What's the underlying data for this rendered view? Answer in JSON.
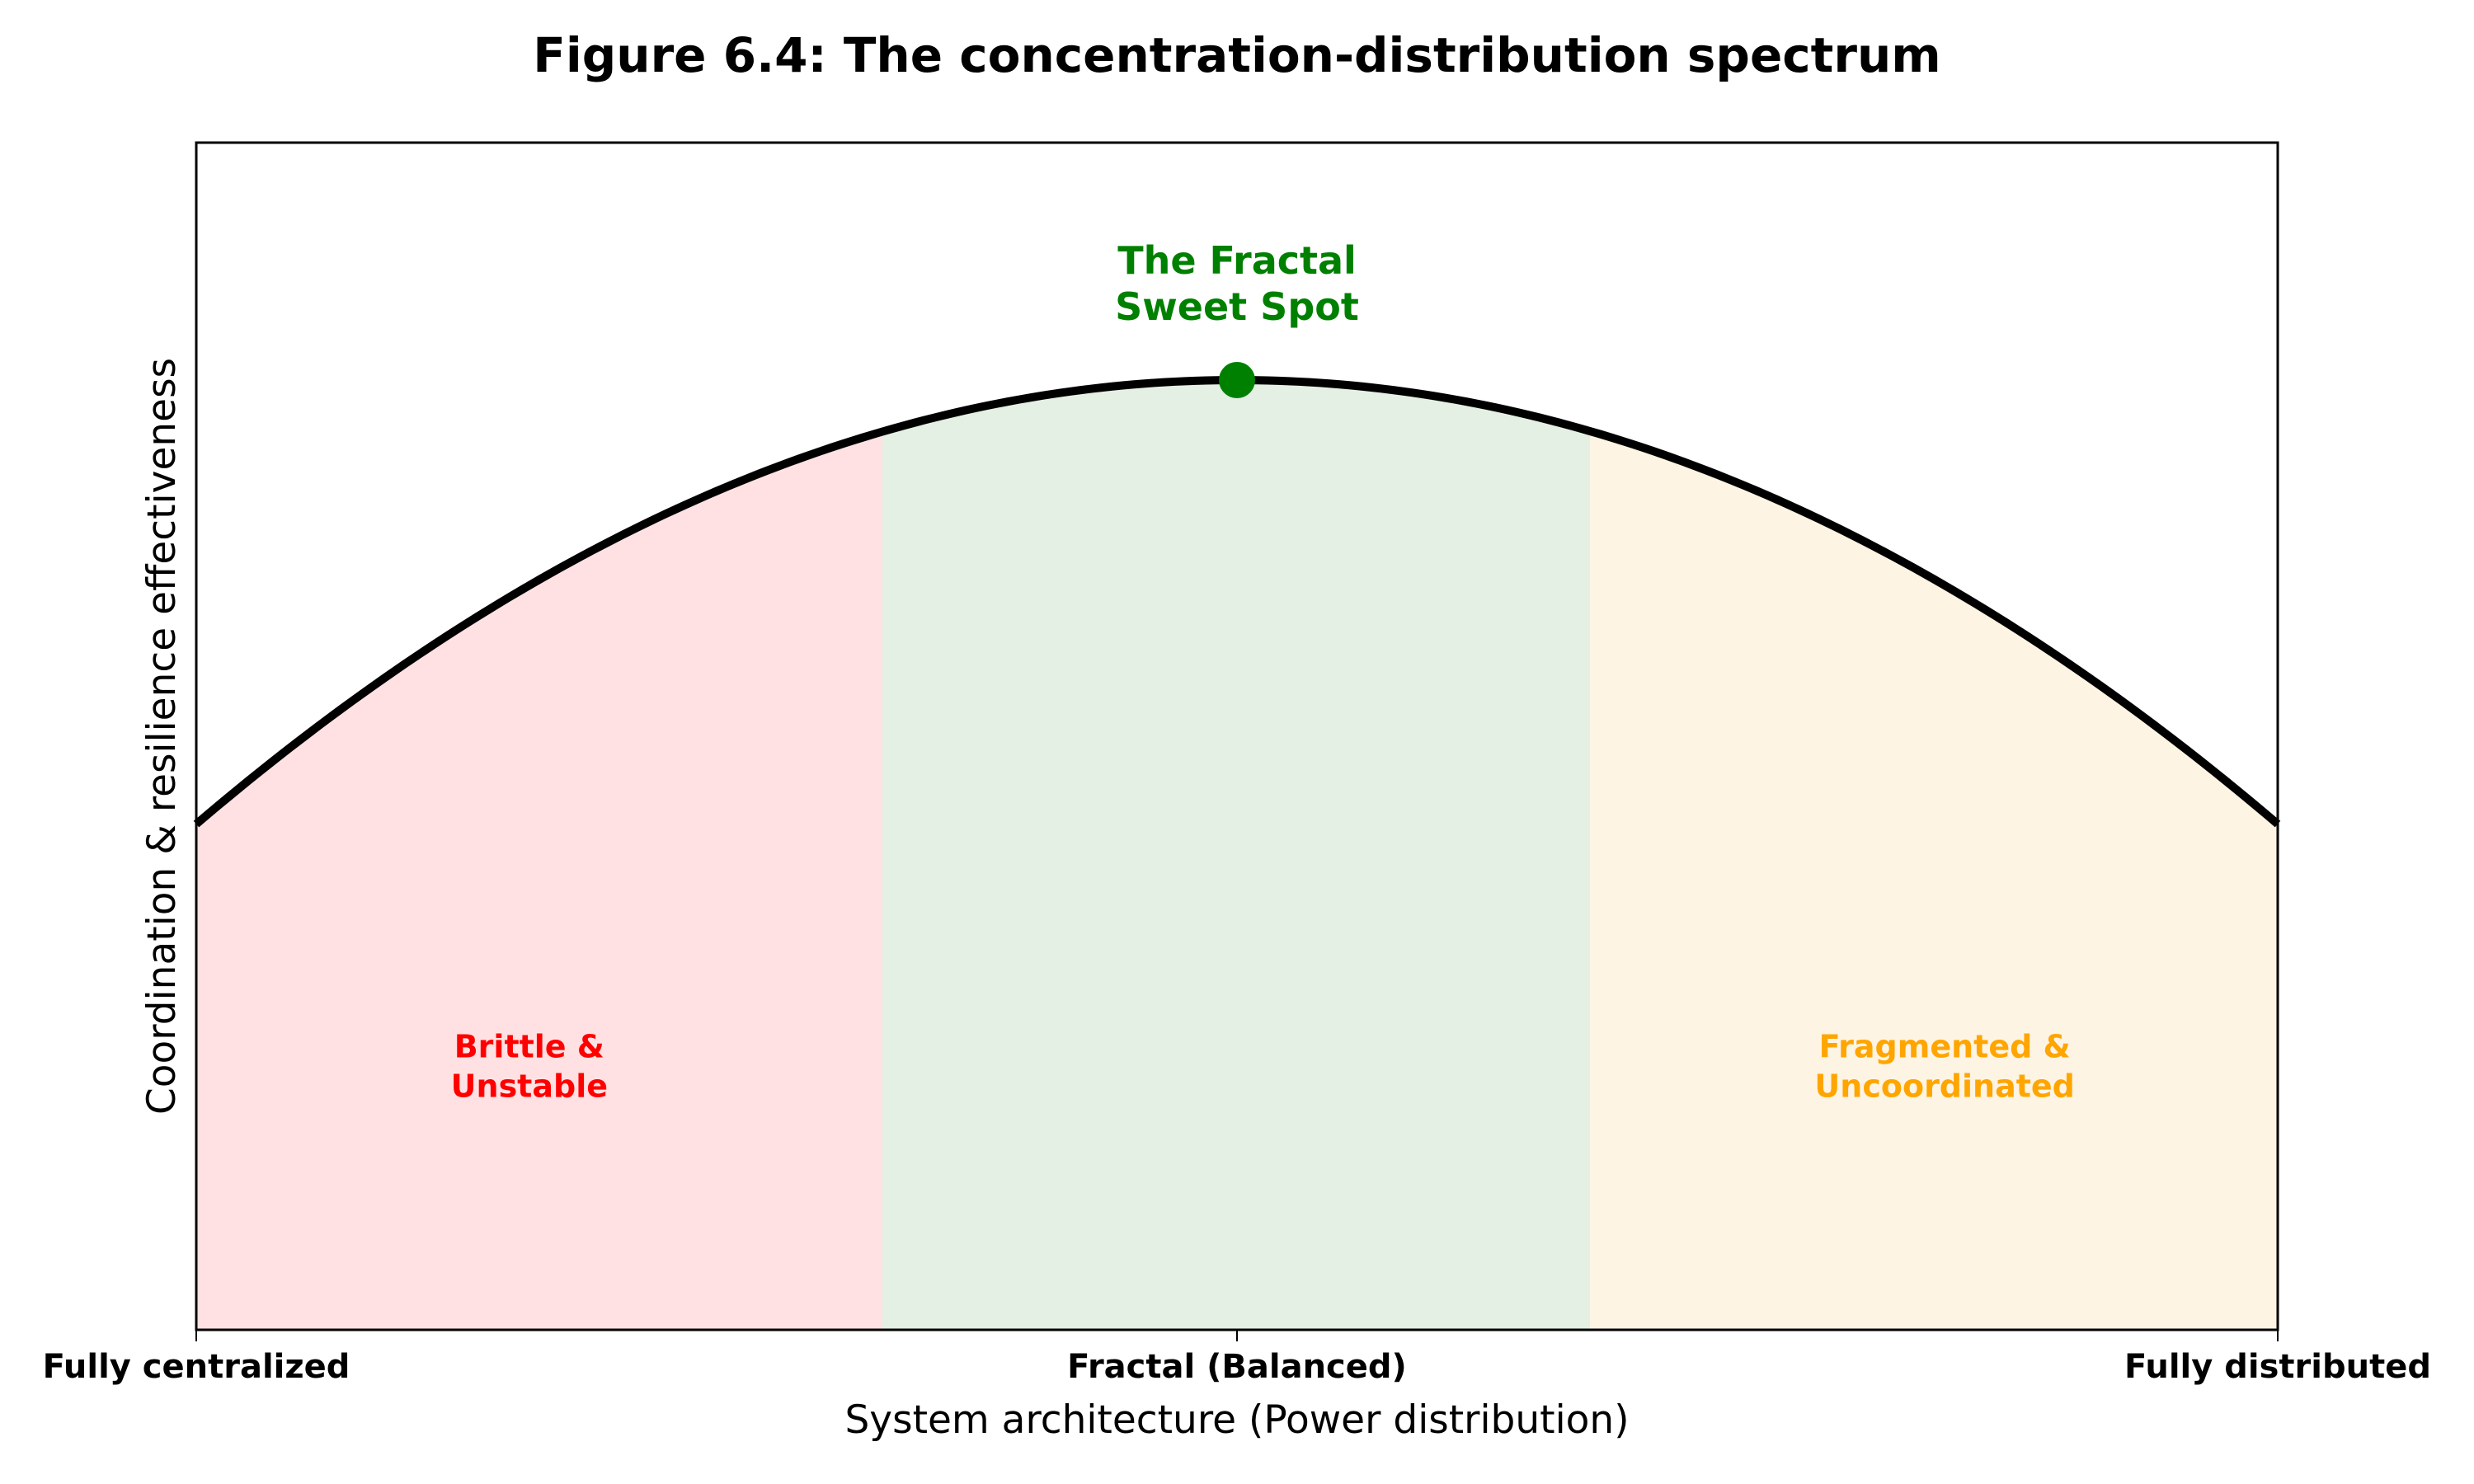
{
  "chart_data": {
    "type": "line",
    "title": "Figure 6.4: The concentration-distribution spectrum",
    "xlabel": "System architecture (Power distribution)",
    "ylabel": "Coordination & resilience effectiveness",
    "xlim": [
      0,
      1
    ],
    "ylim": [
      0,
      1.25
    ],
    "grid": false,
    "legend": null,
    "x_ticks": [
      {
        "value": 0,
        "label": "Fully centralized"
      },
      {
        "value": 0.5,
        "label": "Fractal (Balanced)"
      },
      {
        "value": 1,
        "label": "Fully distributed"
      }
    ],
    "y_ticks": [],
    "series": [
      {
        "name": "effectiveness curve",
        "color": "#000000",
        "function": "y = 1 - 1.87*(x-0.5)^2",
        "x": [
          0,
          0.1,
          0.2,
          0.33,
          0.4,
          0.5,
          0.6,
          0.67,
          0.8,
          0.9,
          1.0
        ],
        "values": [
          0.53,
          0.7,
          0.83,
          0.95,
          0.98,
          1.0,
          0.98,
          0.95,
          0.83,
          0.7,
          0.53
        ]
      }
    ],
    "regions": [
      {
        "name": "Brittle & Unstable",
        "x_start": 0,
        "x_end": 0.33,
        "fill": "#ffe1e3",
        "label_color": "#ff0000",
        "label_lines": [
          "Brittle &",
          "Unstable"
        ],
        "label_pos": [
          0.16,
          0.28
        ]
      },
      {
        "name": "Fractal",
        "x_start": 0.33,
        "x_end": 0.67,
        "fill": "#e4f0e3",
        "label_color": null
      },
      {
        "name": "Fragmented & Uncoordinated",
        "x_start": 0.67,
        "x_end": 1.0,
        "fill": "#fdf4e3",
        "label_color": "#ffa500",
        "label_lines": [
          "Fragmented &",
          "Uncoordinated"
        ],
        "label_pos": [
          0.84,
          0.28
        ]
      }
    ],
    "annotations": [
      {
        "text_lines": [
          "The Fractal",
          "Sweet Spot"
        ],
        "color": "#008000",
        "point": [
          0.5,
          1.0
        ],
        "marker_color": "#008000"
      }
    ]
  }
}
